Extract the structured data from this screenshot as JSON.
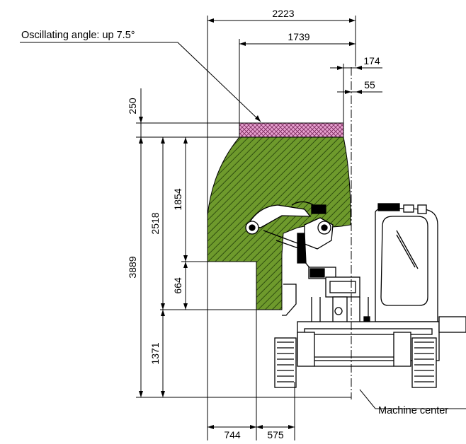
{
  "diagram": {
    "oscillating_label": "Oscillating angle: up 7.5°",
    "machine_center_label": "Machine center",
    "dimensions": {
      "top_total": "2223",
      "top_inner": "1739",
      "offset_a": "174",
      "offset_b": "55",
      "left_top": "250",
      "left_total": "3889",
      "left_mid": "2518",
      "left_upper": "1854",
      "left_lower": "664",
      "left_bottom": "1371",
      "bottom_left": "744",
      "bottom_right": "575"
    },
    "colors": {
      "work_range_fill": "#6e9a2c",
      "work_range_hatch": "#1f3a08",
      "oscillation_fill": "#e7a0cf",
      "oscillation_hatch": "#7a2a5c",
      "line": "#000000"
    }
  }
}
